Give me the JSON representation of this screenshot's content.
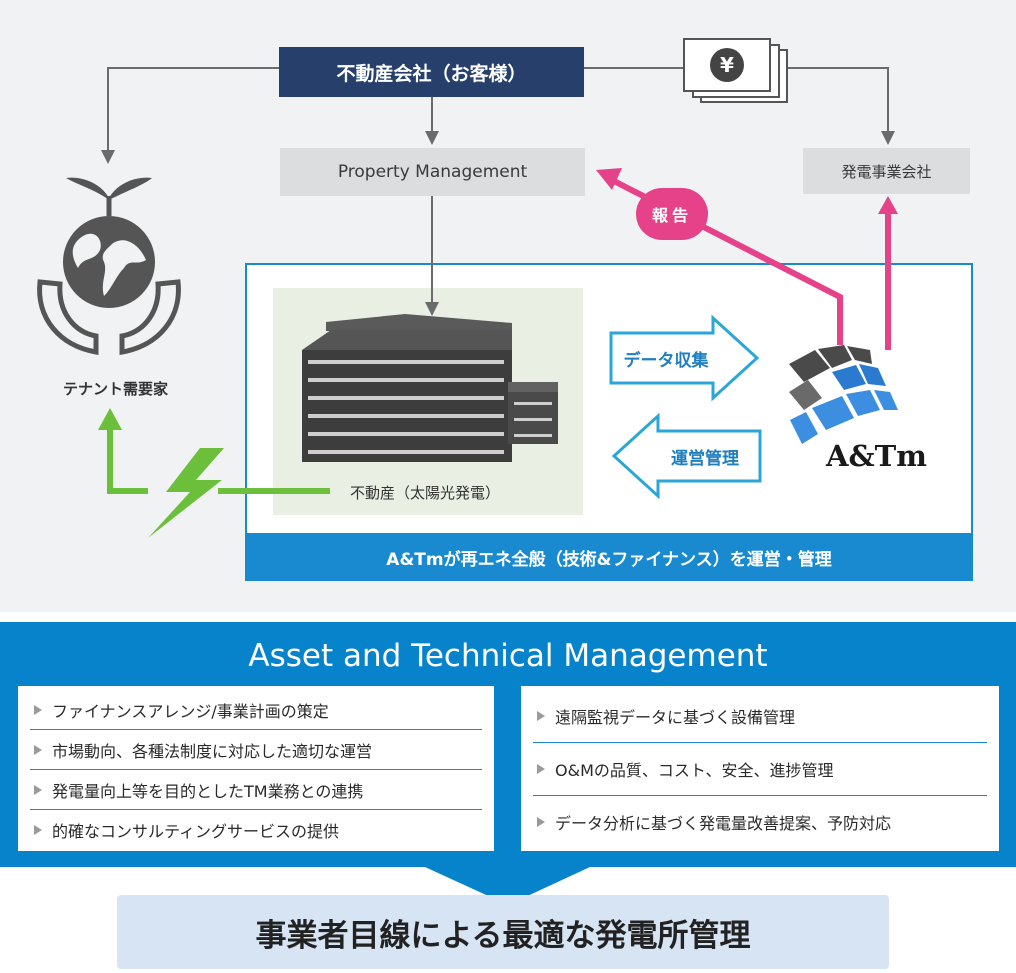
{
  "diagram": {
    "client_label": "不動産会社（お客様）",
    "pm_label": "Property Management",
    "power_company_label": "発電事業会社",
    "tenant_label": "テナント需要家",
    "building_label": "不動産（太陽光発電）",
    "report_label": "報告",
    "data_collection_label": "データ収集",
    "operation_label": "運営管理",
    "atm_logo": "A&Tm",
    "yen_symbol": "¥",
    "atm_banner": "A&Tmが再エネ全般（技術&ファイナンス）を運営・管理"
  },
  "atm_section": {
    "title": "Asset and Technical Management",
    "left_items": [
      "ファイナンスアレンジ/事業計画の策定",
      "市場動向、各種法制度に対応した適切な運営",
      "発電量向上等を目的としたTM業務との連携",
      "的確なコンサルティングサービスの提供"
    ],
    "right_items": [
      "遠隔監視データに基づく設備管理",
      "O&Mの品質、コスト、安全、進捗管理",
      "データ分析に基づく発電量改善提案、予防対応"
    ]
  },
  "conclusion": "事業者目線による最適な発電所管理",
  "colors": {
    "navy": "#27406b",
    "blue": "#1a8ad0",
    "pink": "#e6428a",
    "green": "#6cbf3b",
    "cyan_arrow": "#2aa6d8",
    "connector_gray": "#6b6b6b"
  }
}
